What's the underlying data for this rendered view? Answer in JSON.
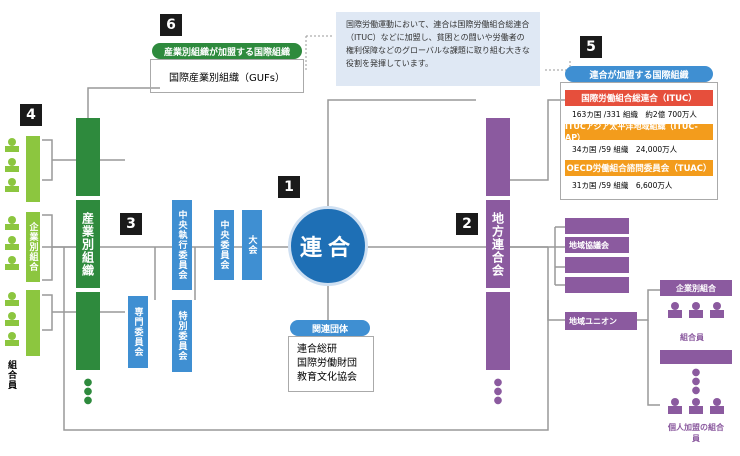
{
  "numbers": [
    "1",
    "2",
    "3",
    "4",
    "5",
    "6"
  ],
  "center": {
    "label": "連合"
  },
  "related": {
    "header": "関連団体",
    "items": [
      "連合総研",
      "国際労働財団",
      "教育文化協会"
    ]
  },
  "industrial": {
    "label": "産業別組織"
  },
  "enterprise": {
    "label": "企業別組合"
  },
  "members_label": "組合員",
  "executive": {
    "label": "中央執行委員会"
  },
  "central_committee": {
    "label": "中央委員会"
  },
  "convention": {
    "label": "大会"
  },
  "special_committee": {
    "label": "専門委員会"
  },
  "special_committee2": {
    "label": "特別委員会"
  },
  "regional": {
    "label": "地方連合会"
  },
  "regional_items": [
    "地域協議会",
    "地域ユニオン"
  ],
  "local_union": {
    "header": "企業別組合",
    "members": "組合員",
    "individual": "個人加盟の組合員"
  },
  "gufs": {
    "header": "産業別組織が加盟する国際組織",
    "label": "国際産業別組織（GUFs）"
  },
  "intl": {
    "header": "連合が加盟する国際組織",
    "orgs": [
      {
        "name": "国際労働組合総連合（ITUC）",
        "detail": "163カ国 /331 組織　約2億 700万人"
      },
      {
        "name": "ITUCアジア太平洋地域組織（ITUC-AP）",
        "detail": "34カ国 /59 組織　24,000万人"
      },
      {
        "name": "OECD労働組合諮問委員会（TUAC）",
        "detail": "31カ国 /59 組織　6,600万人"
      }
    ]
  },
  "note": "国際労働運動において、連合は国際労働組合総連合（ITUC）などに加盟し、貧困との闘いや労働者の権利保障などのグローバルな課題に取り組む大きな役割を発揮しています。",
  "colors": {
    "blue": "#3f8fd2",
    "green": "#2e8a3d",
    "lightgreen": "#8cc63f",
    "purple": "#8b5a9f",
    "red": "#e64f3c",
    "orange": "#f39c1c",
    "center": "#1e6fb5"
  }
}
